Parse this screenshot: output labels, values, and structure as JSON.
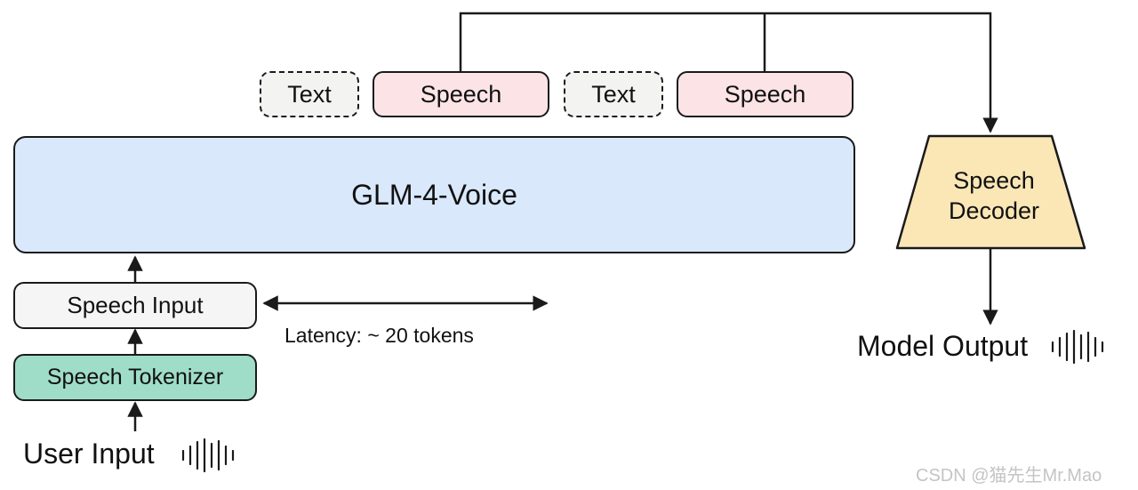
{
  "diagram": {
    "tokens": [
      {
        "label": "Text",
        "kind": "text"
      },
      {
        "label": "Speech",
        "kind": "speech"
      },
      {
        "label": "Text",
        "kind": "text"
      },
      {
        "label": "Speech",
        "kind": "speech"
      }
    ],
    "model_label": "GLM-4-Voice",
    "decoder_label": "Speech Decoder",
    "speech_input_label": "Speech Input",
    "tokenizer_label": "Speech Tokenizer",
    "latency_label": "Latency: ~ 20 tokens",
    "user_input_label": "User Input",
    "model_output_label": "Model Output",
    "watermark": "CSDN @猫先生Mr.Mao",
    "colors": {
      "model_fill": "#d9e8fb",
      "speech_token_fill": "#fce4e6",
      "text_token_fill": "#f3f4f2",
      "speech_input_fill": "#f6f5f6",
      "tokenizer_fill": "#9fddc8",
      "decoder_fill": "#fae7b5",
      "stroke": "#1a1a1a"
    },
    "icons": [
      "waveform-icon"
    ]
  }
}
